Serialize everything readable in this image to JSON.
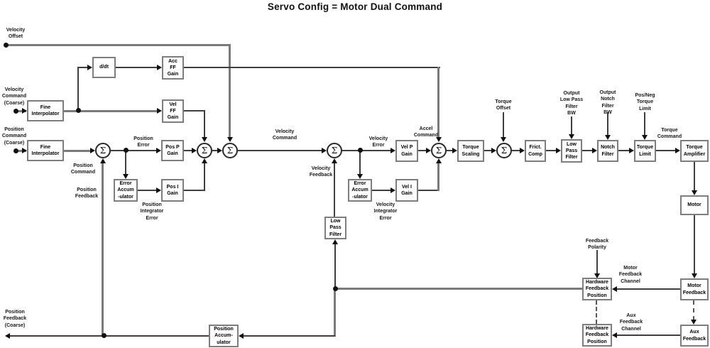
{
  "title": "Servo Config = Motor Dual Command",
  "sum_symbol": "Σ",
  "colors": {
    "wire": "#3f3f3f",
    "wire_heavy": "#7b7b7b",
    "block_border": "#7e7e7e",
    "text": "#111111",
    "background": "#ffffff"
  },
  "blocks": {
    "fine_interpolator_velocity": "Fine\nInterpolator",
    "fine_interpolator_position": "Fine\nInterpolator",
    "d_dt": "d/dt",
    "acc_ff_gain": "Acc\nFF\nGain",
    "vel_ff_gain": "Vel\nFF\nGain",
    "pos_p_gain": "Pos P\nGain",
    "error_accumulator_position": "Error\nAccum\n-ulator",
    "pos_i_gain": "Pos I\nGain",
    "vel_p_gain": "Vel P\nGain",
    "error_accumulator_velocity": "Error\nAccum\n-ulator",
    "vel_i_gain": "Vel I\nGain",
    "low_pass_filter_feedback": "Low\nPass\nFilter",
    "torque_scaling": "Torque\nScaling",
    "friction_comp": "Frict.\nComp",
    "low_pass_filter_output": "Low\nPass\nFilter",
    "notch_filter": "Notch\nFilter",
    "torque_limit": "Torque\nLimit",
    "torque_amplifier": "Torque\nAmplifier",
    "motor": "Motor",
    "motor_feedback": "Motor\nFeedback",
    "aux_feedback": "Aux\nFeedback",
    "hardware_feedback_position_motor": "Hardware\nFeedback\nPosition",
    "hardware_feedback_position_aux": "Hardware\nFeedback\nPosition",
    "position_accumulator": "Position\nAccum-\nulator"
  },
  "labels": {
    "velocity_offset": "Velocity\nOffset",
    "velocity_command_coarse": "Velocity\nCommand\n(Coarse)",
    "position_command_coarse": "Position\nCommand\n(Coarse)",
    "position_command": "Position\nCommand",
    "position_error": "Position\nError",
    "position_feedback": "Position\nFeedback",
    "position_integrator_error": "Position\nIntegrator\nError",
    "velocity_command": "Velocity\nCommand",
    "velocity_feedback": "Velocity\nFeedback",
    "velocity_error": "Velocity\nError",
    "accel_command": "Accel\nCommand",
    "velocity_integrator_error": "Velocity\nIntegrator\nError",
    "torque_offset": "Torque\nOffset",
    "output_low_pass_filter_bw": "Output\nLow Pass\nFilter\nBW",
    "output_notch_filter_bw": "Output\nNotch\nFilter\nBW",
    "pos_neg_torque_limit": "Pos/Neg\nTorque\nLimit",
    "torque_command": "Torque\nCommand",
    "feedback_polarity": "Feedback\nPolarity",
    "motor_feedback_channel": "Motor\nFeedback\nChannel",
    "aux_feedback_channel": "Aux\nFeedback\nChannel",
    "position_feedback_coarse": "Position\nFeedback\n(Coarse)"
  }
}
